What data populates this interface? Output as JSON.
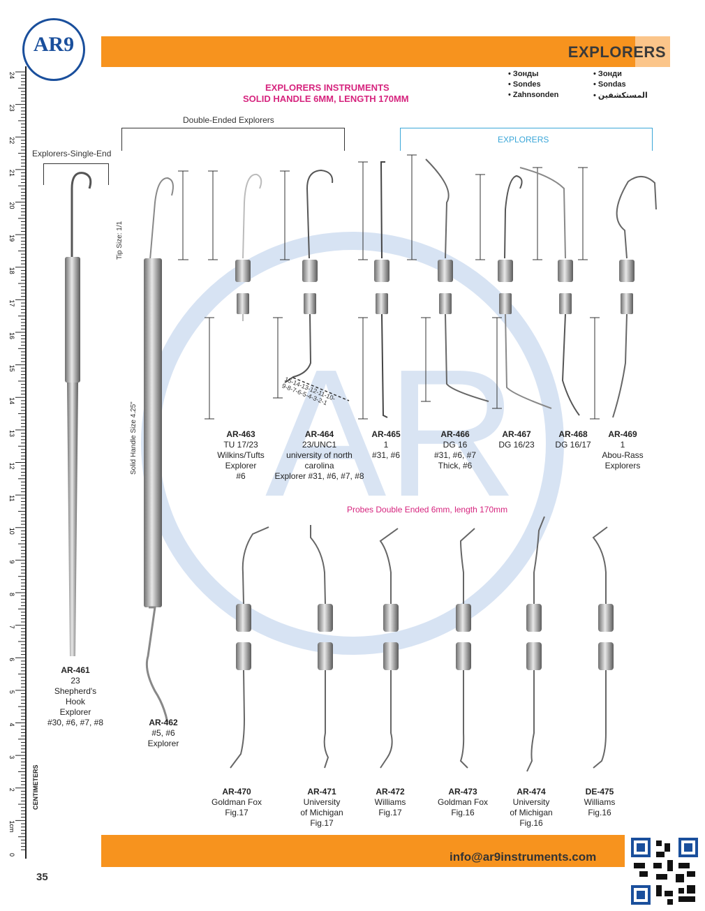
{
  "header": {
    "logo_text": "AR9",
    "title": "EXPLORERS",
    "languages": [
      "Зонды",
      "Sondes",
      "Zahnsonden",
      "Зонди",
      "Sondas",
      "المستكشفين"
    ]
  },
  "subtitle": {
    "line1": "EXPLORERS INSTRUMENTS",
    "line2": "SOLID HANDLE 6MM, LENGTH 170MM"
  },
  "ruler": {
    "unit_label": "CENTIMETERS",
    "marks": [
      "24",
      "23",
      "22",
      "21",
      "20",
      "19",
      "18",
      "17",
      "16",
      "15",
      "14",
      "13",
      "12",
      "11",
      "10",
      "9",
      "8",
      "7",
      "6",
      "5",
      "4",
      "3",
      "2",
      "1cm",
      "0"
    ]
  },
  "sections": {
    "single_end": "Explorers-Single-End",
    "double_ended": "Double-Ended Explorers",
    "explorers": "EXPLORERS",
    "tip_size": "Tip Size: 1/1",
    "handle_size": "Solid Handle Size 4.25\"",
    "probes": "Probes Double Ended 6mm, length 170mm",
    "probe_scale_line1": "15-14-13-12-11-10-",
    "probe_scale_line2": "9-8-7-6-5-4-3-2-1"
  },
  "explorers": [
    {
      "code": "AR-461",
      "lines": [
        "23",
        "Shepherd's",
        "Hook",
        "Explorer",
        "#30, #6, #7, #8"
      ]
    },
    {
      "code": "AR-462",
      "lines": [
        "#5, #6",
        "Explorer"
      ]
    },
    {
      "code": "AR-463",
      "lines": [
        "TU 17/23",
        "Wilkins/Tufts",
        "Explorer",
        "#6"
      ]
    },
    {
      "code": "AR-464",
      "lines": [
        "23/UNC1",
        "university of north",
        "carolina",
        "Explorer #31, #6, #7, #8"
      ]
    },
    {
      "code": "AR-465",
      "lines": [
        "1",
        "#31, #6"
      ]
    },
    {
      "code": "AR-466",
      "lines": [
        "DG 16",
        "#31, #6, #7",
        "Thick, #6"
      ]
    },
    {
      "code": "AR-467",
      "lines": [
        "DG 16/23"
      ]
    },
    {
      "code": "AR-468",
      "lines": [
        "DG 16/17"
      ]
    },
    {
      "code": "AR-469",
      "lines": [
        "1",
        "Abou-Rass",
        "Explorers"
      ]
    }
  ],
  "probes": [
    {
      "code": "AR-470",
      "lines": [
        "Goldman Fox",
        "Fig.17"
      ]
    },
    {
      "code": "AR-471",
      "lines": [
        "University",
        "of Michigan",
        "Fig.17"
      ]
    },
    {
      "code": "AR-472",
      "lines": [
        "Williams",
        "Fig.17"
      ]
    },
    {
      "code": "AR-473",
      "lines": [
        "Goldman Fox",
        "Fig.16"
      ]
    },
    {
      "code": "AR-474",
      "lines": [
        "University",
        "of Michigan",
        "Fig.16"
      ]
    },
    {
      "code": "DE-475",
      "lines": [
        "Williams",
        "Fig.16"
      ]
    }
  ],
  "footer": {
    "email": "info@ar9instruments.com",
    "page_number": "35"
  },
  "colors": {
    "orange": "#f7931e",
    "magenta": "#d6247e",
    "blue": "#1a4f9c",
    "cyan": "#3aa6d8"
  }
}
